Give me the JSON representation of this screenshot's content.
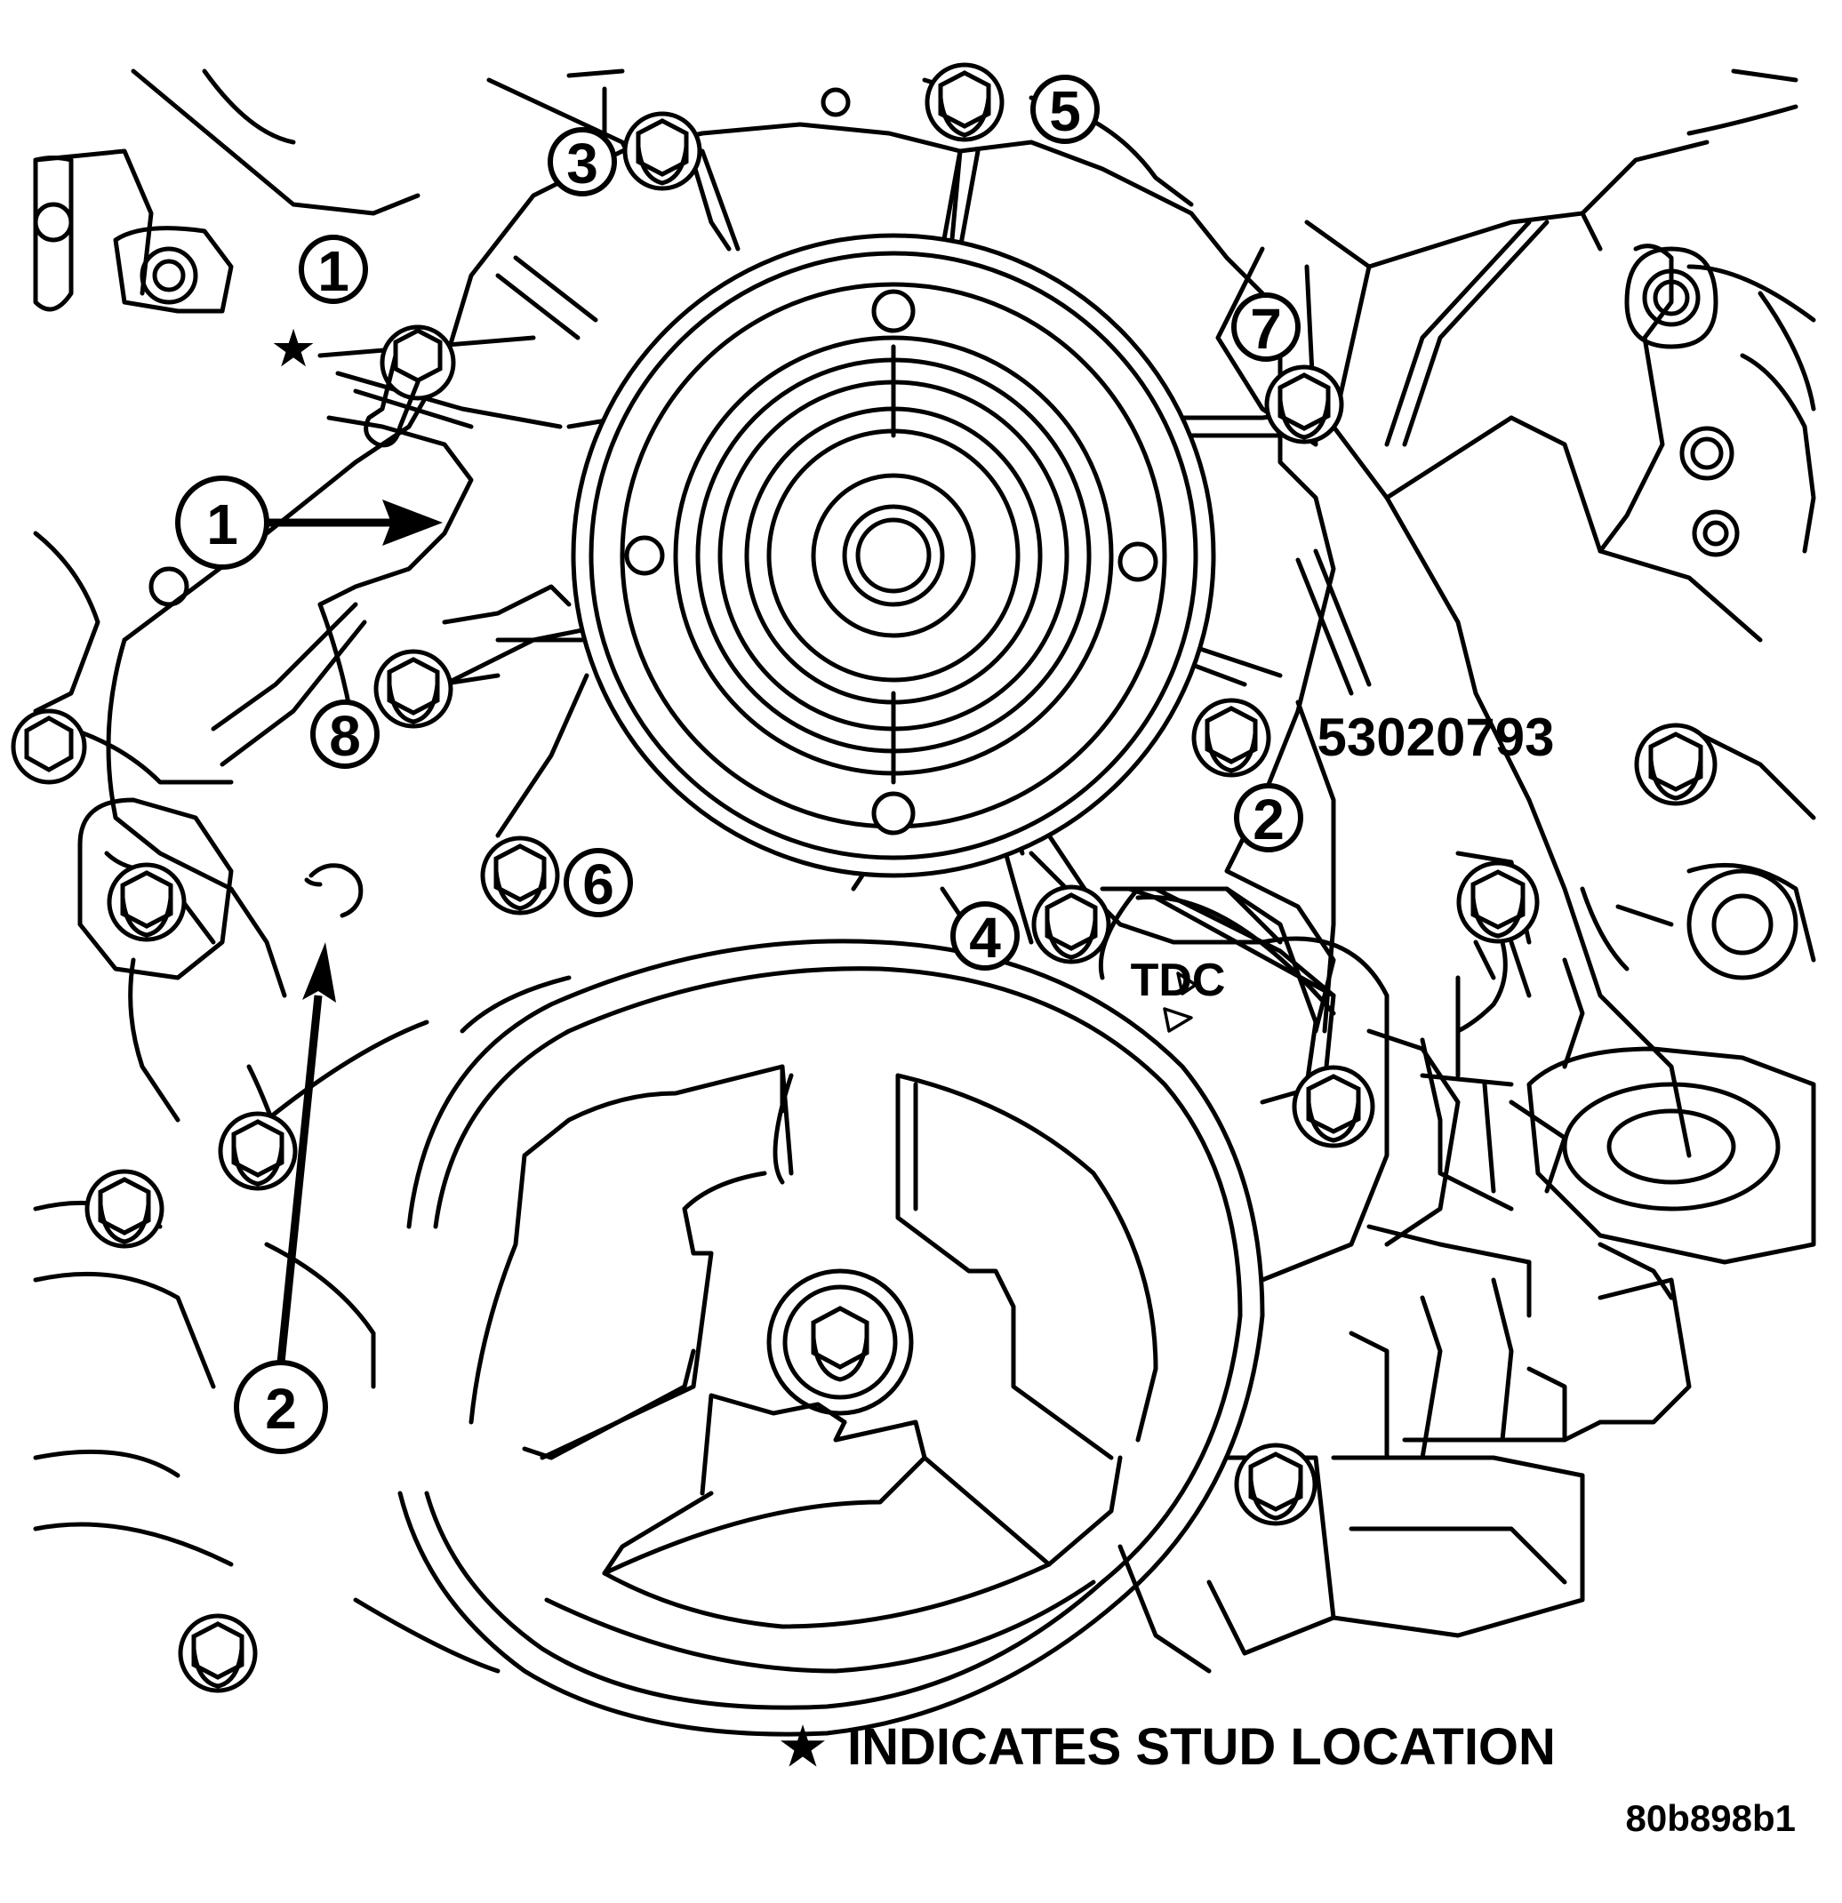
{
  "diagram": {
    "part_number": "53020793",
    "tdc_label": "TDC",
    "legend_text": "INDICATES STUD LOCATION",
    "figure_id": "80b898b1",
    "star_symbol": "★",
    "callouts": [
      {
        "id": "bolt-1",
        "label": "1"
      },
      {
        "id": "bolt-2",
        "label": "2"
      },
      {
        "id": "bolt-3",
        "label": "3"
      },
      {
        "id": "bolt-4",
        "label": "4"
      },
      {
        "id": "bolt-5",
        "label": "5"
      },
      {
        "id": "bolt-6",
        "label": "6"
      },
      {
        "id": "bolt-7",
        "label": "7"
      },
      {
        "id": "bolt-8",
        "label": "8"
      },
      {
        "id": "item-1",
        "label": "1"
      },
      {
        "id": "item-2",
        "label": "2"
      }
    ]
  }
}
